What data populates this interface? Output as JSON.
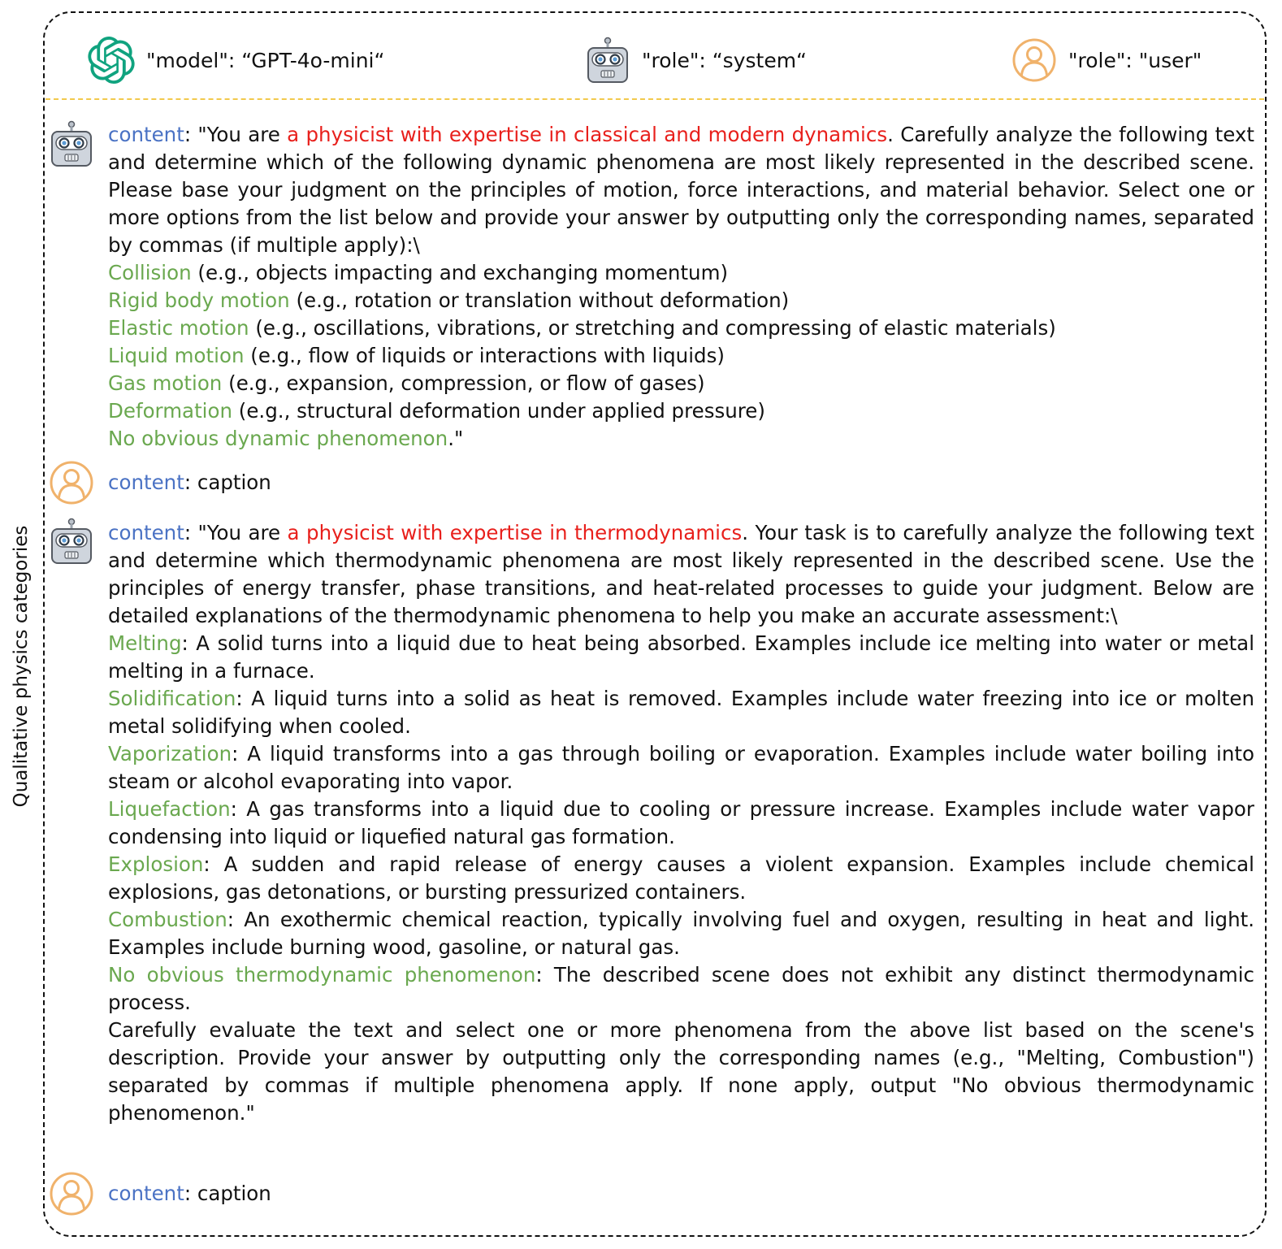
{
  "side_label": "Qualitative physics categories",
  "header": {
    "model": "\"model\": “GPT-4o-mini“",
    "system": "\"role\": “system“",
    "user": "\"role\": \"user\""
  },
  "icons": {
    "model": "openai-logo",
    "system": "robot-icon",
    "user": "user-avatar-icon"
  },
  "colors": {
    "key": "#4a72c4",
    "role_highlight": "#e8201c",
    "category": "#6aa84f",
    "separator": "#f2c94c",
    "user_icon": "#f0b26b"
  },
  "content_key": "content",
  "msg1": {
    "prefix": ": \"You are ",
    "role": "a physicist with expertise in classical and modern dynamics",
    "intro": ". Carefully analyze the following text and determine which of the following dynamic phenomena are most likely represented in the described scene. Please base your judgment on the principles of motion, force interactions, and material behavior. Select one or more options from the list below and provide your answer by outputting only the corresponding names, separated by commas (if multiple apply):\\",
    "items": [
      {
        "name": "Collision",
        "desc": " (e.g., objects impacting and exchanging momentum)"
      },
      {
        "name": "Rigid body motion",
        "desc": " (e.g., rotation or translation without deformation)"
      },
      {
        "name": "Elastic motion",
        "desc": " (e.g., oscillations, vibrations, or stretching and compressing of elastic materials)"
      },
      {
        "name": "Liquid motion",
        "desc": " (e.g., flow of liquids or interactions with liquids)"
      },
      {
        "name": "Gas motion",
        "desc": " (e.g., expansion, compression, or flow of gases)"
      },
      {
        "name": "Deformation",
        "desc": " (e.g., structural deformation under applied pressure)"
      },
      {
        "name": "No obvious dynamic phenomenon",
        "desc": ".\""
      }
    ]
  },
  "user1": {
    "value": ": caption"
  },
  "msg2": {
    "prefix": ": \"You are ",
    "role": "a physicist with expertise in thermodynamics",
    "intro": ". Your task is to carefully analyze the following text and determine which thermodynamic phenomena are most likely represented in the described scene. Use the principles of energy transfer, phase transitions, and heat-related processes to guide your judgment. Below are detailed explanations of the thermodynamic phenomena to help you make an accurate assessment:\\",
    "items": [
      {
        "name": "Melting",
        "desc": ": A solid turns into a liquid due to heat being absorbed. Examples include ice melting into water or metal melting in a furnace."
      },
      {
        "name": "Solidification",
        "desc": ": A liquid turns into a solid as heat is removed. Examples include water freezing into ice or molten metal solidifying when cooled."
      },
      {
        "name": "Vaporization",
        "desc": ": A liquid transforms into a gas through boiling or evaporation. Examples include water boiling into steam or alcohol evaporating into vapor."
      },
      {
        "name": "Liquefaction",
        "desc": ": A gas transforms into a liquid due to cooling or pressure increase. Examples include water vapor condensing into liquid or liquefied natural gas formation."
      },
      {
        "name": "Explosion",
        "desc": ": A sudden and rapid release of energy causes a violent expansion. Examples include chemical explosions, gas detonations, or bursting pressurized containers."
      },
      {
        "name": "Combustion",
        "desc": ": An exothermic chemical reaction, typically involving fuel and oxygen, resulting in heat and light. Examples include burning wood, gasoline, or natural gas."
      },
      {
        "name": "No obvious thermodynamic phenomenon",
        "desc": ": The described scene does not exhibit any distinct thermodynamic process."
      }
    ],
    "closing": "Carefully evaluate the text and select one or more phenomena from the above list based on the scene's description. Provide your answer by outputting only the corresponding names (e.g., \"Melting, Combustion\") separated by commas if multiple phenomena apply. If none apply, output \"No obvious thermodynamic phenomenon.\""
  },
  "user2": {
    "value": ": caption"
  }
}
